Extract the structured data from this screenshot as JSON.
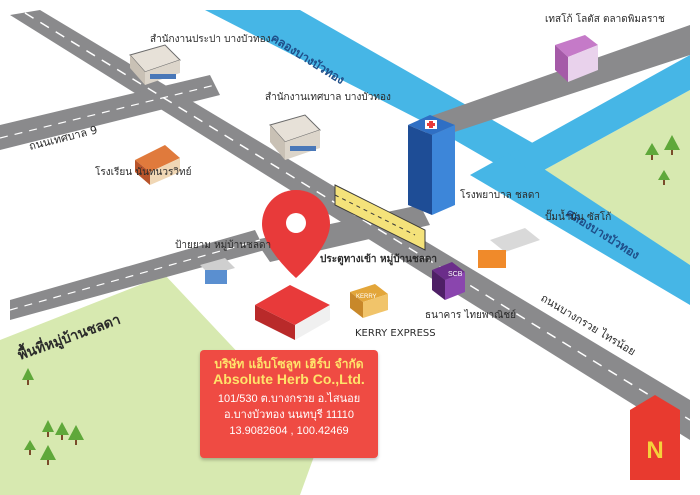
{
  "map": {
    "roads": {
      "road_left": "ถนนเทศบาล 9",
      "road_right": "ถนนบางกรวย ไทรน้อย"
    },
    "canals": {
      "canal_top": "คลองบางบัวทอง",
      "canal_right": "คลองบางบัวทอง"
    },
    "landmarks": {
      "district_office": "สำนักงานประปา บางบัวทอง",
      "municipal_office": "สำนักงานเทศบาล บางบัวทอง",
      "tesco": "เทสโก้ โลตัส ตลาดพิมลราช",
      "school": "โรงเรียน นันทนวรวิทย์",
      "hospital": "โรงพยาบาล ชลดา",
      "gas_station": "ปั๊มน้ำมัน ซัสโก้",
      "bus_stop": "ป้ายยาม หมู่บ้านชลดา",
      "gate": "ประตูทางเข้า หมู่บ้านชลดา",
      "kerry": "KERRY EXPRESS",
      "bank": "ธนาคาร ไทยพาณิชย์",
      "bank_sign": "SCB",
      "kerry_sign": "KERRY"
    },
    "area_label": "พื้นที่หมู่บ้านชลดา",
    "north": "N",
    "colors": {
      "road": "#8a8a8c",
      "canal": "#46b6e6",
      "green": "#d7e9b0",
      "pin": "#e83a3a",
      "card": "#ef4b43",
      "north": "#e83a2f",
      "north_letter": "#f5d13b"
    }
  },
  "card": {
    "name_th": "บริษัท แอ็บโซลูท เฮิร์บ จำกัด",
    "name_en": "Absolute Herb Co.,Ltd.",
    "address1": "101/530 ต.บางกรวย อ.ไสนอย",
    "address2": "อ.บางบัวทอง นนทบุรี 11110",
    "coords": "13.9082604 , 100.42469"
  }
}
